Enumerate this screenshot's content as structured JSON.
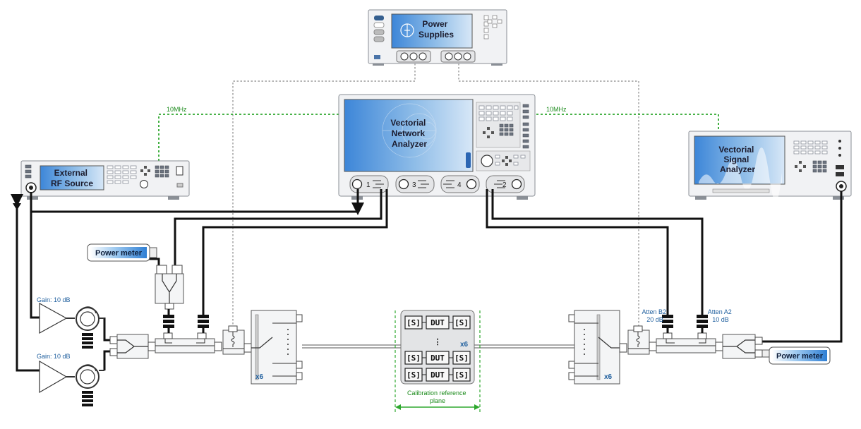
{
  "instruments": {
    "power_supplies": "Power\nSupplies",
    "vna": "Vectorial\nNetwork\nAnalyzer",
    "rf_source": "External\nRF Source",
    "vsa": "Vectorial\nSignal\nAnalyzer"
  },
  "ref_labels": {
    "left": "10MHz",
    "right": "10MHz"
  },
  "vna_ports": [
    "1",
    "3",
    "4",
    "2"
  ],
  "power_meters": {
    "left": "Power meter",
    "right": "Power meter"
  },
  "amplifiers": {
    "top": "Gain: 10 dB",
    "bottom": "Gain: 10 dB"
  },
  "attenuators": {
    "b2_line1": "Atten B2",
    "b2_line2": "20 dB",
    "a2_line1": "Atten A2",
    "a2_line2": "10 dB"
  },
  "switch_multiplier": {
    "left": "x6",
    "right": "x6"
  },
  "dut": {
    "s": "[S]",
    "dut": "DUT",
    "multiplier": "x6",
    "ellipsis": "⋮"
  },
  "calibration": {
    "line1": "Calibration reference",
    "line2": "plane"
  },
  "colors": {
    "screen_dark": "#3d86d8",
    "screen_light": "#d4e6f8",
    "ref_line": "#2ea82e",
    "cable": "#111111",
    "label": "#1f5f9e"
  }
}
